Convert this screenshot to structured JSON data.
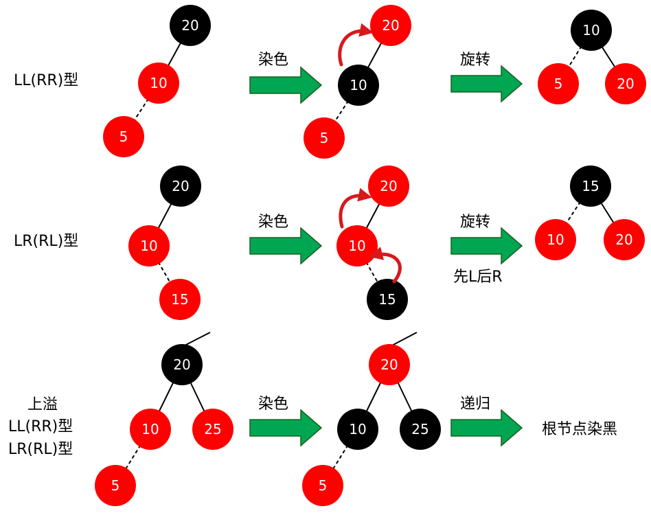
{
  "colors": {
    "red_node": "#ff0000",
    "black_node": "#000000",
    "arrow_fill": "#00a651",
    "arrow_stroke": "#1b5e20",
    "curl_arrow": "#d7191c"
  },
  "rows": [
    {
      "label_lines": [
        "LL(RR)型"
      ],
      "arrow1_label": "染色",
      "arrow2_label": "旋转",
      "arrow2_sublabel": "",
      "result_text": "",
      "tree1": {
        "top": {
          "value": "20",
          "color": "black"
        },
        "mid": {
          "value": "10",
          "color": "red"
        },
        "low": {
          "value": "5",
          "color": "red"
        }
      },
      "tree2": {
        "top": {
          "value": "20",
          "color": "red"
        },
        "mid": {
          "value": "10",
          "color": "black"
        },
        "low": {
          "value": "5",
          "color": "red"
        }
      },
      "tree3": {
        "root": {
          "value": "10",
          "color": "black"
        },
        "left": {
          "value": "5",
          "color": "red"
        },
        "right": {
          "value": "20",
          "color": "red"
        }
      }
    },
    {
      "label_lines": [
        "LR(RL)型"
      ],
      "arrow1_label": "染色",
      "arrow2_label": "旋转",
      "arrow2_sublabel": "先L后R",
      "result_text": "",
      "tree1": {
        "top": {
          "value": "20",
          "color": "black"
        },
        "mid": {
          "value": "10",
          "color": "red"
        },
        "low": {
          "value": "15",
          "color": "red"
        }
      },
      "tree2": {
        "top": {
          "value": "20",
          "color": "red"
        },
        "mid": {
          "value": "10",
          "color": "red"
        },
        "low": {
          "value": "15",
          "color": "black"
        }
      },
      "tree3": {
        "root": {
          "value": "15",
          "color": "black"
        },
        "left": {
          "value": "10",
          "color": "red"
        },
        "right": {
          "value": "20",
          "color": "red"
        }
      }
    },
    {
      "label_lines": [
        "上溢",
        "LL(RR)型",
        "LR(RL)型"
      ],
      "arrow1_label": "染色",
      "arrow2_label": "递归",
      "arrow2_sublabel": "",
      "result_text": "根节点染黑",
      "tree1": {
        "root": {
          "value": "20",
          "color": "black"
        },
        "left": {
          "value": "10",
          "color": "red"
        },
        "right": {
          "value": "25",
          "color": "red"
        },
        "low": {
          "value": "5",
          "color": "red"
        }
      },
      "tree2": {
        "root": {
          "value": "20",
          "color": "red"
        },
        "left": {
          "value": "10",
          "color": "black"
        },
        "right": {
          "value": "25",
          "color": "black"
        },
        "low": {
          "value": "5",
          "color": "red"
        }
      }
    }
  ]
}
